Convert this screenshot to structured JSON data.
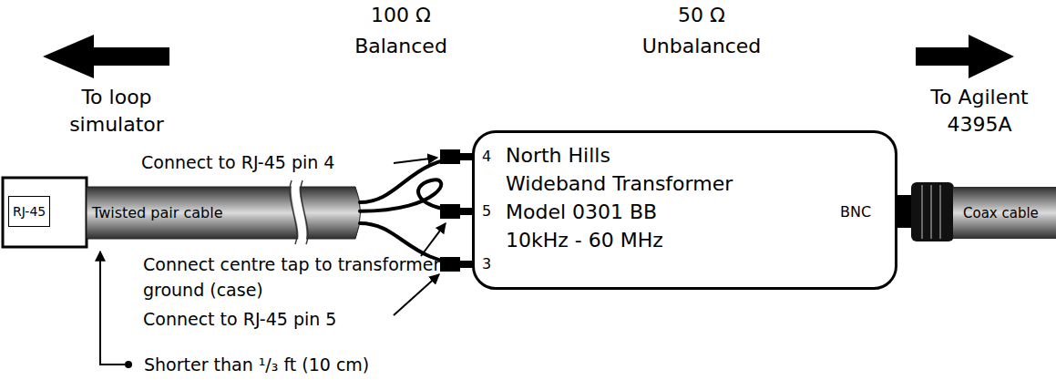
{
  "diagram": {
    "nodes": [
      {
        "text": [
          "RJ-45"
        ]
      },
      {
        "text": [
          "Twisted pair cable"
        ]
      },
      {
        "text": [
          "North Hills",
          "Wideband Transformer",
          "Model 0301 BB",
          "10kHz - 60 MHz"
        ]
      },
      {
        "text": [
          "Coax cable"
        ]
      }
    ],
    "edges": [
      {
        "from": 1,
        "to": 2,
        "arrow": "none"
      },
      {
        "from": 1,
        "to": 2,
        "arrow": "none"
      },
      {
        "from": 1,
        "to": 2,
        "arrow": "none"
      }
    ],
    "labels": [
      "100 Ω",
      "Balanced",
      "50 Ω",
      "Unbalanced",
      "To loop simulator",
      "To Agilent 4395A",
      "4",
      "5",
      "3",
      "BNC",
      "Connect to RJ-45 pin 4",
      "Connect centre tap to transformer ground (case)",
      "Connect to RJ-45 pin 5",
      "Shorter than ¹/₃ ft (10 cm)"
    ]
  }
}
